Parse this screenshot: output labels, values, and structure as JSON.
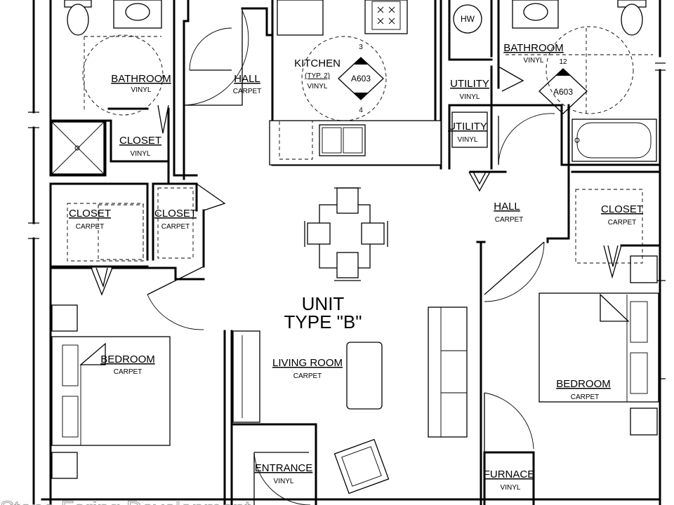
{
  "plan": {
    "title_line1": "UNIT",
    "title_line2": "TYPE \"B\"",
    "watermark": "Stone Faring Development",
    "rooms": {
      "bathroom_left": {
        "name": "BATHROOM",
        "floor": "VINYL"
      },
      "hall_top": {
        "name": "HALL",
        "floor": "CARPET"
      },
      "kitchen": {
        "name": "KITCHEN",
        "note": "(TYP. 2)",
        "floor": "VINYL"
      },
      "utility_top": {
        "name": "UTILITY",
        "floor": "VINYL"
      },
      "bathroom_right": {
        "name": "BATHROOM",
        "floor": "VINYL"
      },
      "closet_bath": {
        "name": "CLOSET",
        "floor": "VINYL"
      },
      "utility_mid": {
        "name": "UTILITY",
        "floor": "VINYL"
      },
      "closet_left1": {
        "name": "CLOSET",
        "floor": "CARPET"
      },
      "closet_left2": {
        "name": "CLOSET",
        "floor": "CARPET"
      },
      "hall_right": {
        "name": "HALL",
        "floor": "CARPET"
      },
      "closet_right": {
        "name": "CLOSET",
        "floor": "CARPET"
      },
      "bedroom_left": {
        "name": "BEDROOM",
        "floor": "CARPET"
      },
      "living_room": {
        "name": "LIVING ROOM",
        "floor": "CARPET"
      },
      "bedroom_right": {
        "name": "BEDROOM",
        "floor": "CARPET"
      },
      "entrance": {
        "name": "ENTRANCE",
        "floor": "VINYL"
      },
      "furnace": {
        "name": "FURNACE",
        "floor": "VINYL"
      }
    },
    "tags": {
      "kitchen_section": {
        "code": "A603",
        "top": "3",
        "bottom": "4"
      },
      "bath_section": {
        "code": "A603",
        "top": "12"
      }
    },
    "fixture_labels": {
      "water_heater": "HW"
    }
  }
}
